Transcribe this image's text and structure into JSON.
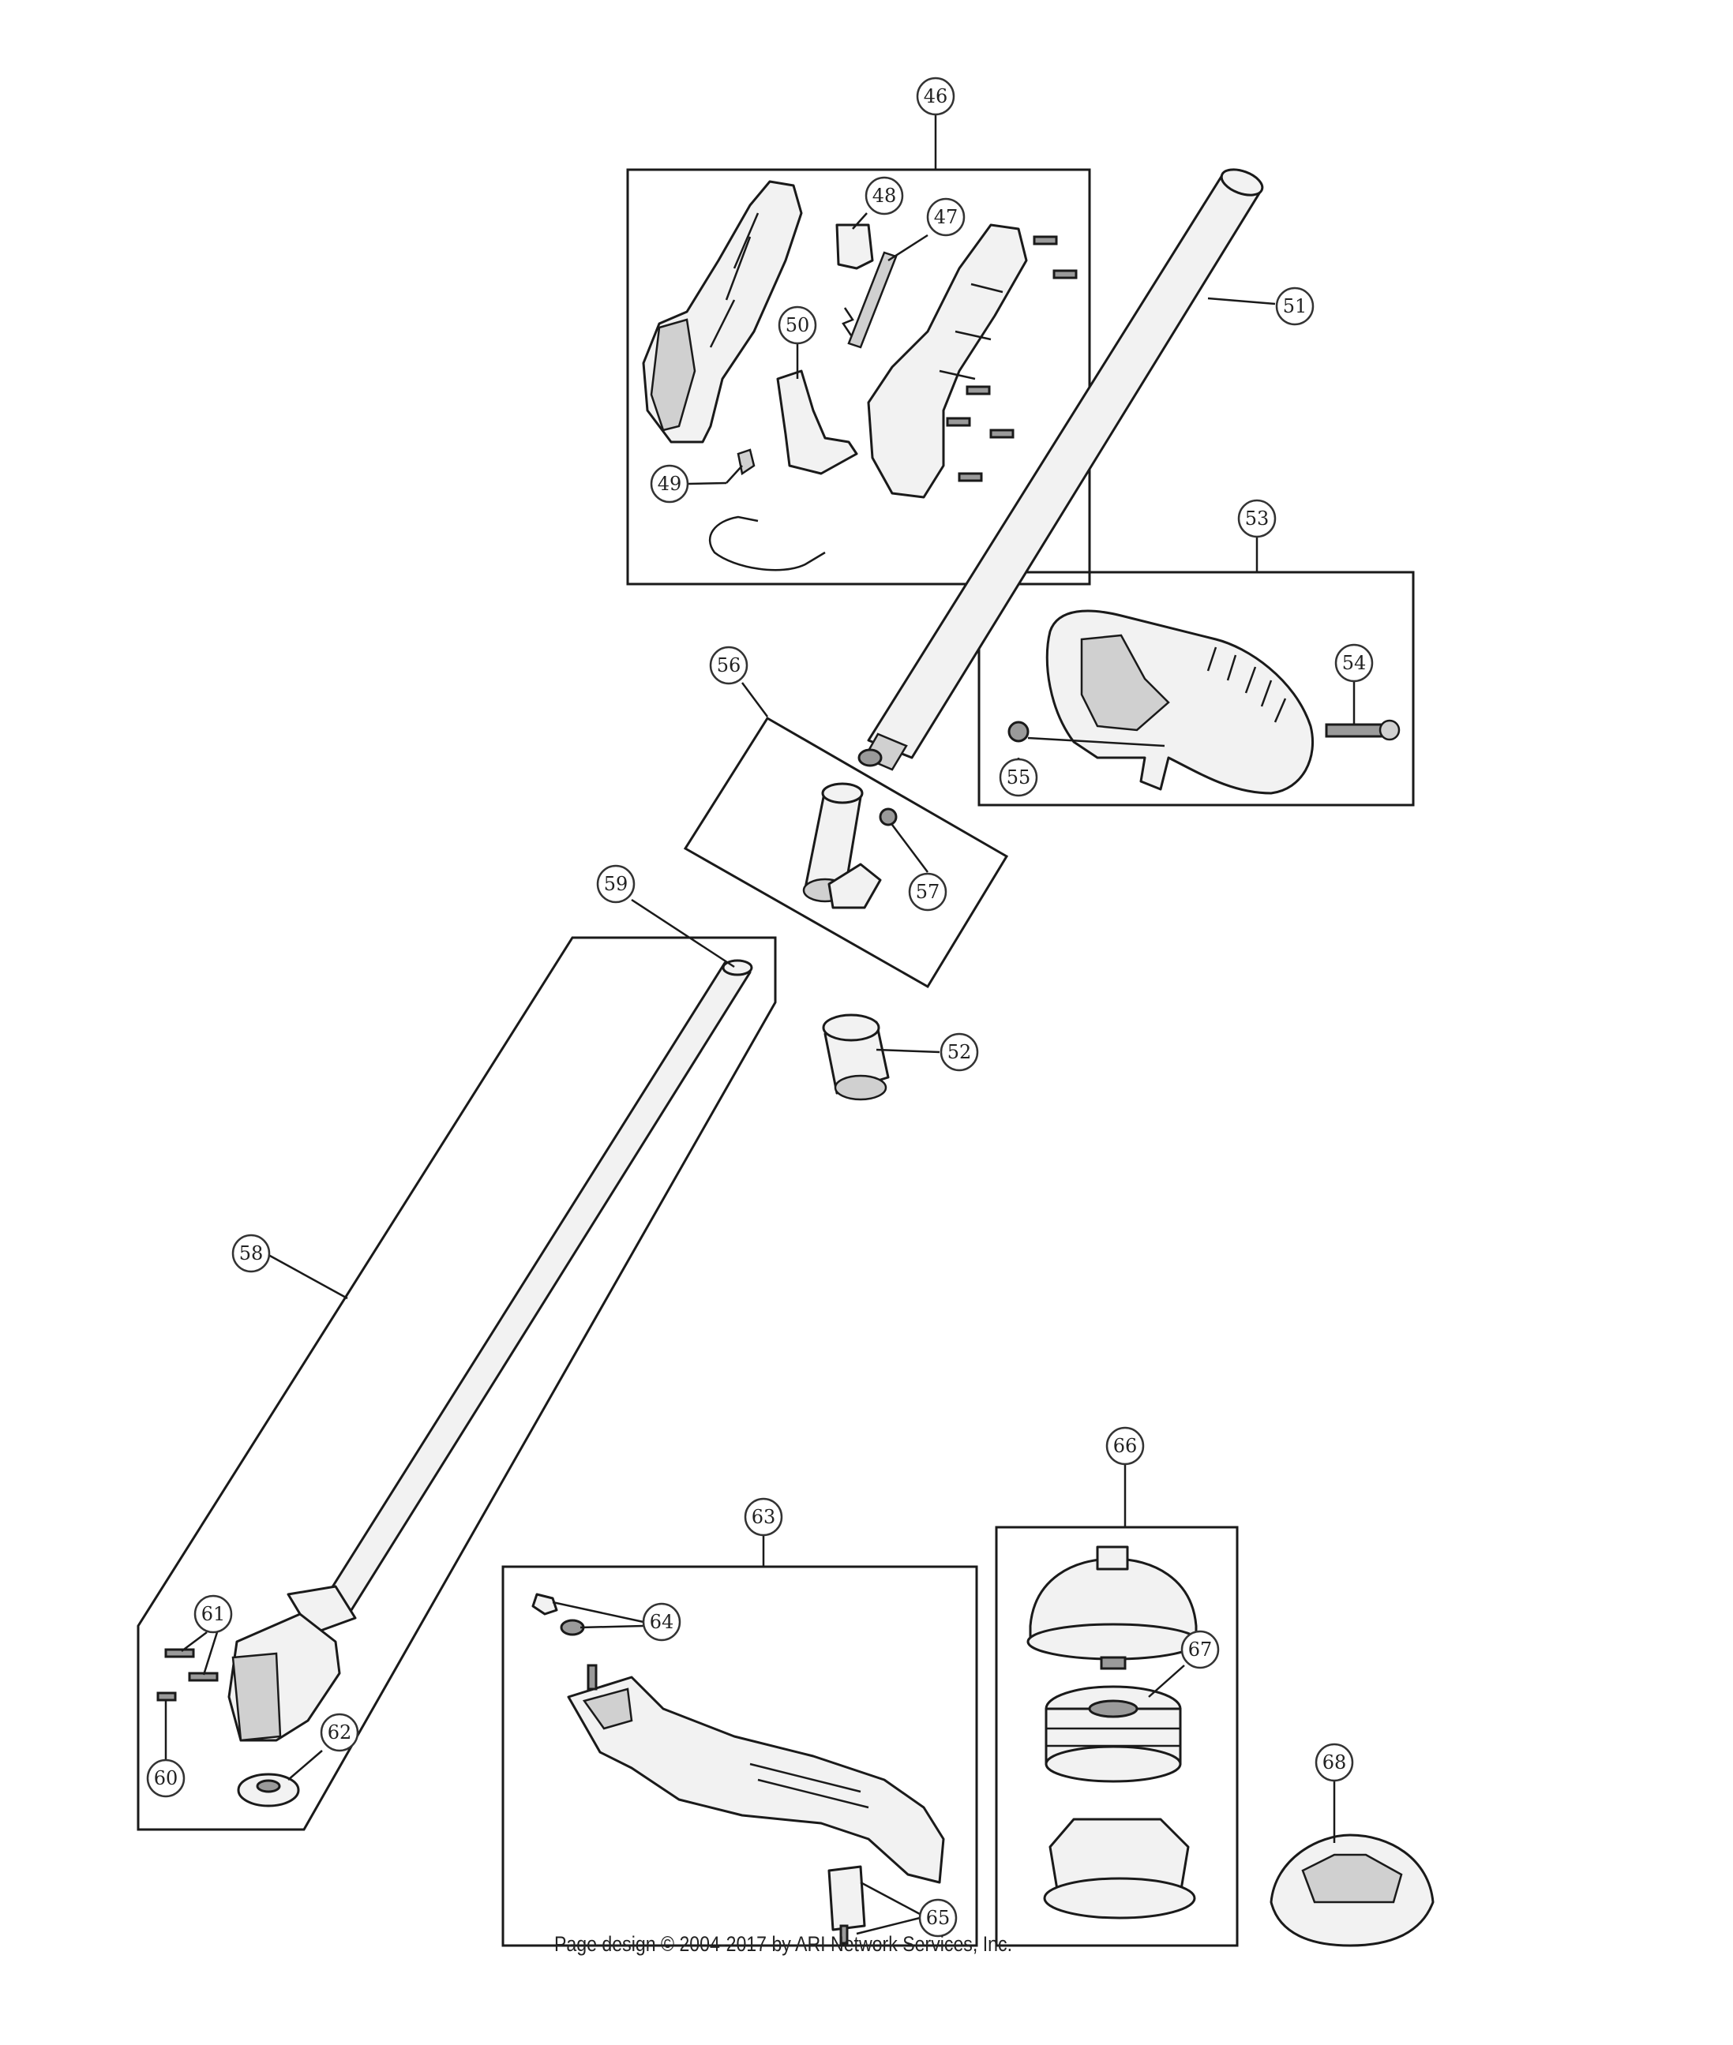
{
  "copyright": "Page design © 2004-2017 by ARI Network Services, Inc.",
  "callouts": {
    "c46": "46",
    "c47": "47",
    "c48": "48",
    "c49": "49",
    "c50": "50",
    "c51": "51",
    "c52": "52",
    "c53": "53",
    "c54": "54",
    "c55": "55",
    "c56": "56",
    "c57": "57",
    "c58": "58",
    "c59": "59",
    "c60": "60",
    "c61": "61",
    "c62": "62",
    "c63": "63",
    "c64": "64",
    "c65": "65",
    "c66": "66",
    "c67": "67",
    "c68": "68"
  }
}
